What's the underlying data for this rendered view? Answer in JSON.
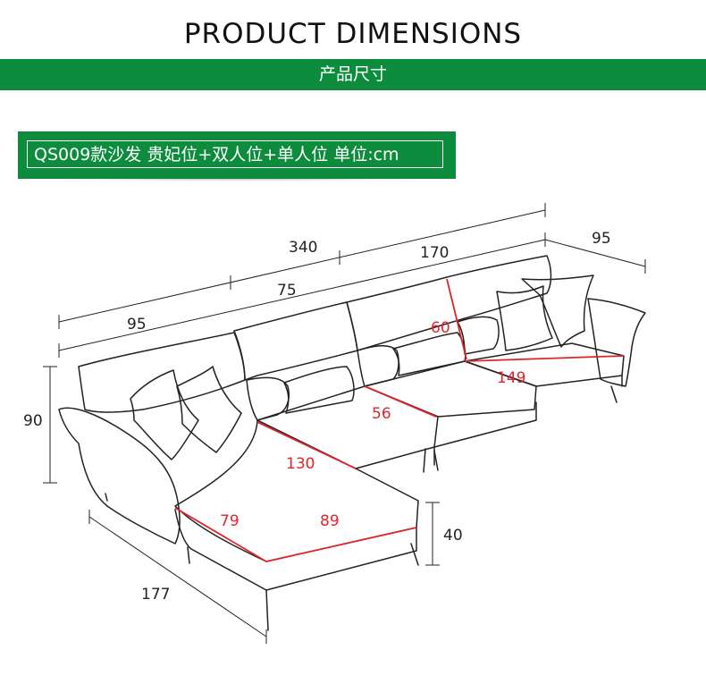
{
  "header": {
    "title": "PRODUCT DIMENSIONS",
    "subtitle": "产品尺寸"
  },
  "product_tag": {
    "label": "QS009款沙发 贵妃位+双人位+单人位 单位:cm"
  },
  "dimensions": {
    "total_length": "340",
    "left_section": "95",
    "middle_section": "75",
    "right_section": "170",
    "depth": "95",
    "height": "90",
    "back_height": "60",
    "seat_width_right": "149",
    "seat_depth_middle": "56",
    "chaise_width": "130",
    "chaise_front": "79",
    "chaise_length_inner": "89",
    "seat_height": "40",
    "chaise_length": "177"
  },
  "colors": {
    "brand_green": "#0e8c3e",
    "dimension_red": "#e0252b",
    "line_dark": "#222222"
  }
}
